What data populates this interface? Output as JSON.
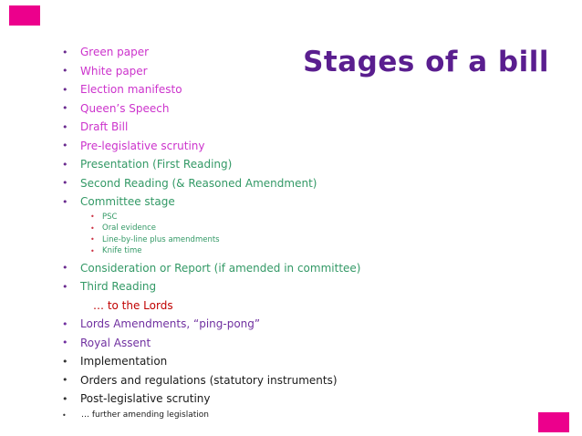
{
  "slide": {
    "title": "Stages of a bill",
    "colors": {
      "title_purple": "#5A1E8F",
      "accent_magenta": "#EC008C",
      "item_magenta": "#CC33CC",
      "item_green": "#339966",
      "item_red": "#C00000",
      "item_purple": "#7030A0",
      "item_black": "#1A1A1A",
      "bullet_dark_purple": "#6A2B8F",
      "bullet_red": "#CC3344",
      "bullet_black": "#333333"
    }
  },
  "list": {
    "items": [
      {
        "label": "Green paper",
        "type": "main",
        "color": "#CC33CC",
        "bullet": true,
        "bullet_color": "#6A2B8F"
      },
      {
        "label": "White paper",
        "type": "main",
        "color": "#CC33CC",
        "bullet": true,
        "bullet_color": "#6A2B8F"
      },
      {
        "label": "Election manifesto",
        "type": "main",
        "color": "#CC33CC",
        "bullet": true,
        "bullet_color": "#6A2B8F"
      },
      {
        "label": "Queen’s Speech",
        "type": "main",
        "color": "#CC33CC",
        "bullet": true,
        "bullet_color": "#6A2B8F"
      },
      {
        "label": "Draft Bill",
        "type": "main",
        "color": "#CC33CC",
        "bullet": true,
        "bullet_color": "#6A2B8F"
      },
      {
        "label": "Pre-legislative scrutiny",
        "type": "main",
        "color": "#CC33CC",
        "bullet": true,
        "bullet_color": "#6A2B8F"
      },
      {
        "label": "Presentation (First Reading)",
        "type": "main",
        "color": "#339966",
        "bullet": true,
        "bullet_color": "#6A2B8F"
      },
      {
        "label": "Second Reading (& Reasoned Amendment)",
        "type": "main",
        "color": "#339966",
        "bullet": true,
        "bullet_color": "#6A2B8F"
      },
      {
        "label": "Committee stage",
        "type": "main",
        "color": "#339966",
        "bullet": true,
        "bullet_color": "#6A2B8F"
      },
      {
        "label": "PSC",
        "type": "sub",
        "color": "#339966",
        "bullet": true,
        "bullet_color": "#CC3344"
      },
      {
        "label": "Oral evidence",
        "type": "sub",
        "color": "#339966",
        "bullet": true,
        "bullet_color": "#CC3344"
      },
      {
        "label": "Line-by-line plus amendments",
        "type": "sub",
        "color": "#339966",
        "bullet": true,
        "bullet_color": "#CC3344"
      },
      {
        "label": "Knife time",
        "type": "sub",
        "color": "#339966",
        "bullet": true,
        "bullet_color": "#CC3344"
      },
      {
        "label": "Consideration or Report (if amended in committee)",
        "type": "main",
        "color": "#339966",
        "bullet": true,
        "bullet_color": "#6A2B8F",
        "mt": 2
      },
      {
        "label": "Third Reading",
        "type": "main",
        "color": "#339966",
        "bullet": true,
        "bullet_color": "#6A2B8F"
      },
      {
        "label": "… to the Lords",
        "type": "plain",
        "color": "#C00000",
        "bullet": false
      },
      {
        "label": "Lords Amendments, “ping-pong”",
        "type": "main",
        "color": "#7030A0",
        "bullet": true,
        "bullet_color": "#7030A0"
      },
      {
        "label": "Royal Assent",
        "type": "main",
        "color": "#7030A0",
        "bullet": true,
        "bullet_color": "#7030A0"
      },
      {
        "label": "Implementation",
        "type": "main",
        "color": "#1A1A1A",
        "bullet": true,
        "bullet_color": "#333333"
      },
      {
        "label": "Orders and regulations (statutory instruments)",
        "type": "main",
        "color": "#1A1A1A",
        "bullet": true,
        "bullet_color": "#333333"
      },
      {
        "label": "Post-legislative scrutiny",
        "type": "main",
        "color": "#1A1A1A",
        "bullet": true,
        "bullet_color": "#333333"
      },
      {
        "label": "… further amending legislation",
        "type": "small",
        "color": "#1A1A1A",
        "bullet": true,
        "bullet_color": "#333333"
      }
    ]
  }
}
